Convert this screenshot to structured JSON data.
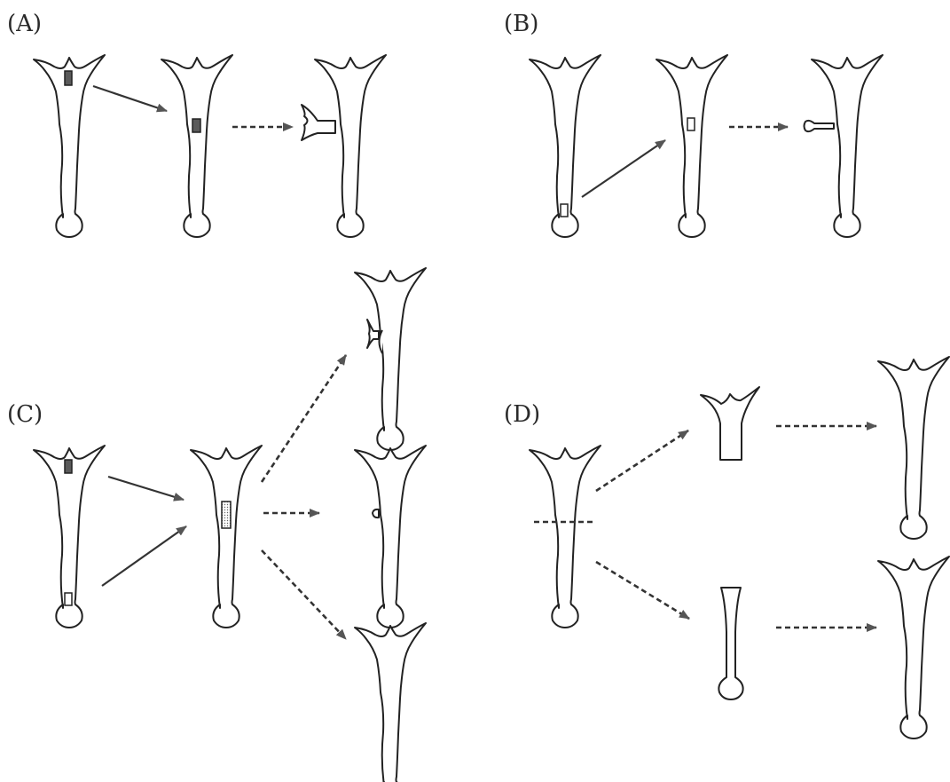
{
  "panels": [
    {
      "id": "A",
      "label": "(A)"
    },
    {
      "id": "B",
      "label": "(B)"
    },
    {
      "id": "C",
      "label": "(C)"
    },
    {
      "id": "D",
      "label": "(D)"
    }
  ],
  "colors": {
    "outline": "#222222",
    "arrow": "#333333",
    "dark_tissue": "#5a5a5a",
    "background": "#ffffff"
  }
}
